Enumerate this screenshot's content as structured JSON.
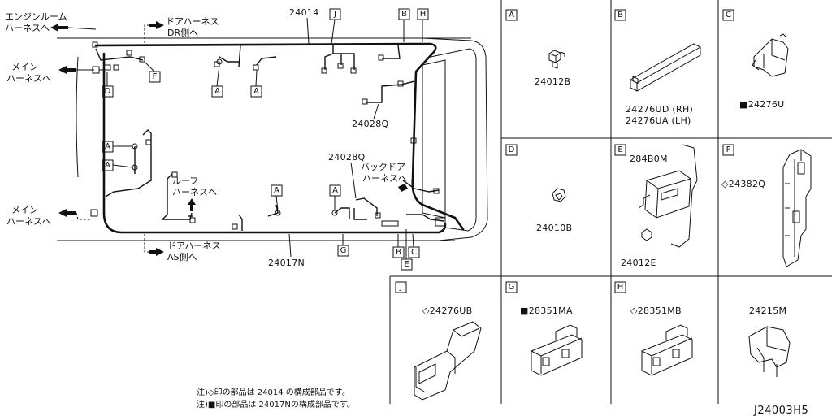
{
  "labels": {
    "engine_room": [
      "エンジンルーム",
      "ハーネスへ"
    ],
    "main_top": [
      "メイン",
      "ハーネスへ"
    ],
    "main_bottom": [
      "メイン",
      "ハーネスへ"
    ],
    "door_dr": [
      "ドアハーネス",
      "DR側へ"
    ],
    "door_as": [
      "ドアハーネス",
      "AS側へ"
    ],
    "roof": [
      "ルーフ",
      "ハーネスへ"
    ],
    "back_door": [
      "バックドア",
      "ハーネスへ"
    ]
  },
  "part_numbers": {
    "p24014": "24014",
    "p24017N": "24017N",
    "p24028Q_a": "24028Q",
    "p24028Q_b": "24028Q"
  },
  "callouts": {
    "A": "A",
    "B": "B",
    "C": "C",
    "D": "D",
    "E": "E",
    "F": "F",
    "G": "G",
    "H": "H",
    "J": "J"
  },
  "panels": {
    "A": {
      "letter": "A",
      "part": "24012B"
    },
    "B": {
      "letter": "B",
      "part_rh": "24276UD (RH)",
      "part_lh": "24276UA (LH)"
    },
    "C": {
      "letter": "C",
      "part": "■24276U"
    },
    "D": {
      "letter": "D",
      "part": "24010B"
    },
    "E": {
      "letter": "E",
      "part_top": "284B0M",
      "part_bottom": "24012E"
    },
    "F": {
      "letter": "F",
      "part": "◇24382Q"
    },
    "J": {
      "letter": "J",
      "part": "◇24276UB"
    },
    "G": {
      "letter": "G",
      "part": "■28351MA"
    },
    "H": {
      "letter": "H",
      "part": "◇28351MB"
    },
    "K": {
      "part": "24215M"
    }
  },
  "notes": {
    "line1": "注)◇印の部品は 24014  の構成部品です。",
    "line2": "注)■印の部品は 24017Nの構成部品です。"
  },
  "diagram_code": "J24003H5"
}
